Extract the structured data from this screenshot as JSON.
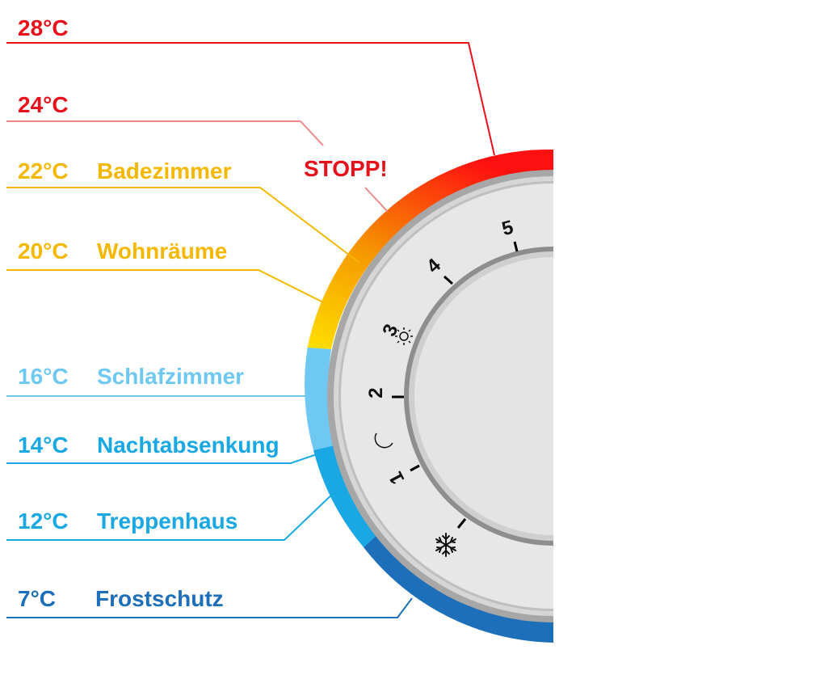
{
  "temperature_labels": [
    {
      "temp": "28°C",
      "room": "",
      "color": "#e8101a"
    },
    {
      "temp": "24°C",
      "room": "",
      "color": "#e8101a"
    },
    {
      "temp": "22°C",
      "room": "Badezimmer",
      "color": "#f5b800"
    },
    {
      "temp": "20°C",
      "room": "Wohnräume",
      "color": "#f5b800"
    },
    {
      "temp": "16°C",
      "room": "Schlafzimmer",
      "color": "#6fc8f2"
    },
    {
      "temp": "14°C",
      "room": "Nachtabsenkung",
      "color": "#19a8e4"
    },
    {
      "temp": "12°C",
      "room": "Treppenhaus",
      "color": "#19a8e4"
    },
    {
      "temp": "7°C",
      "room": "Frostschutz",
      "color": "#1c6fb8"
    }
  ],
  "warning": {
    "text": "STOPP!",
    "color": "#e8101a"
  },
  "dial_numbers": [
    "1",
    "2",
    "3",
    "4",
    "5"
  ],
  "dial_icons": {
    "sun": "sun-icon",
    "moon": "moon-icon",
    "frost": "snowflake-icon"
  },
  "colors": {
    "red": "#e8101a",
    "orange": "#f58a00",
    "yellow": "#ffe000",
    "light_blue": "#6fc8f2",
    "mid_blue": "#19a8e4",
    "dark_blue": "#1c6fb8",
    "leader_pink": "#f08a8a"
  }
}
